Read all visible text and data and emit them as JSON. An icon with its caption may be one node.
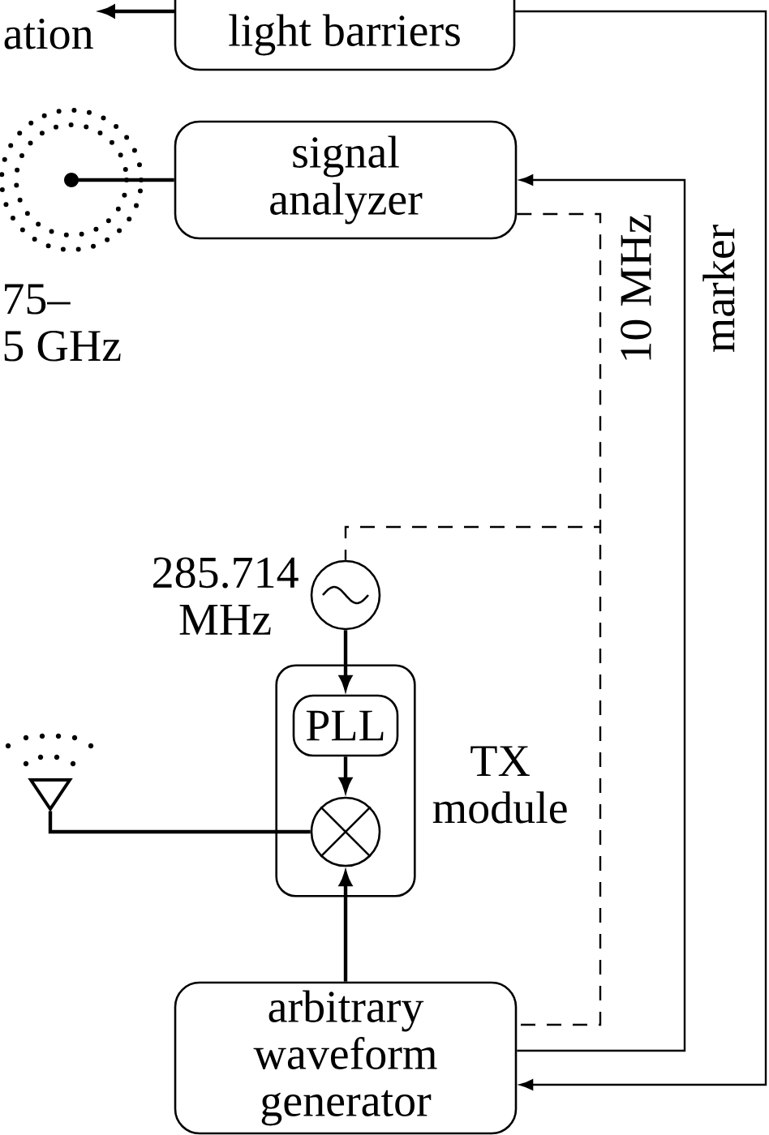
{
  "diagram": {
    "nodes": [
      {
        "text": [
          "ation"
        ]
      },
      {
        "text": [
          "light barriers"
        ]
      },
      {
        "text": [],
        "shape": "circle",
        "beside": [
          "75– 5 GHz"
        ]
      },
      {
        "text": [
          "signal analyzer"
        ]
      },
      {
        "text": [],
        "shape": "circle",
        "beside": [
          "285.714 MHz"
        ]
      },
      {
        "text": [
          "TX module"
        ]
      },
      {
        "text": [
          "PLL"
        ],
        "in": 5
      },
      {
        "text": [],
        "shape": "circle",
        "in": 5
      },
      {
        "text": [],
        "shape": "antenna"
      },
      {
        "text": [
          "arbitrary waveform generator"
        ]
      }
    ],
    "edges": [
      {
        "from": 1,
        "to": 0,
        "arrow": "to"
      },
      {
        "from": 1,
        "to": 9,
        "arrow": "to"
      },
      {
        "from": 9,
        "to": 3,
        "arrow": "to",
        "label": "marker"
      },
      {
        "from": 3,
        "to": 9,
        "arrow": "none",
        "style": "dashed",
        "label": "10 MHz"
      },
      {
        "from": 3,
        "to": 4,
        "arrow": "none",
        "style": "dashed"
      },
      {
        "from": 2,
        "to": 3,
        "arrow": "none"
      },
      {
        "from": 4,
        "to": 6,
        "arrow": "to"
      },
      {
        "from": 6,
        "to": 7,
        "arrow": "to"
      },
      {
        "from": 7,
        "to": 8,
        "arrow": "none"
      },
      {
        "from": 9,
        "to": 7,
        "arrow": "to"
      }
    ]
  }
}
